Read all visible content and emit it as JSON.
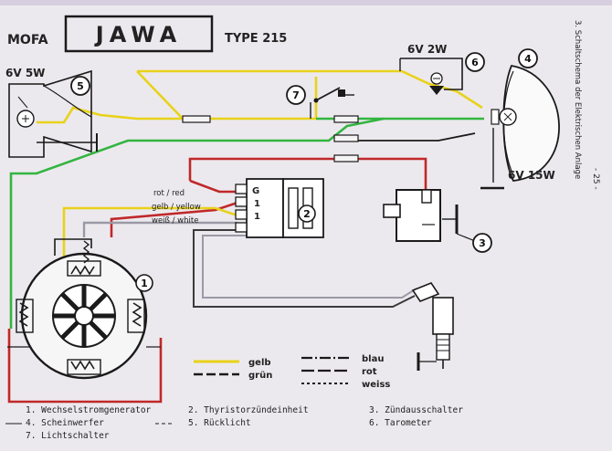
{
  "header": {
    "mofa": "MOFA",
    "brand": "JAWA",
    "type": "TYPE 215"
  },
  "side_caption": "3. Schaltschema der Elektrischen Anlage",
  "page_number": "- 25 -",
  "ratings": {
    "rear_lamp": "6V 5W",
    "taro_lamp": "6V  2W",
    "head_lamp": "6V  15W"
  },
  "callouts": [
    "1",
    "2",
    "3",
    "4",
    "5",
    "6",
    "7"
  ],
  "wire_labels": {
    "red": "rot / red",
    "yellow": "gelb / yellow",
    "white": "weiß / white"
  },
  "unit_pins": [
    "G",
    "1",
    "1"
  ],
  "legend": {
    "items": [
      {
        "label": "gelb",
        "color": "#e8d21a",
        "style": "solid"
      },
      {
        "label": "grün",
        "color": "#1a1a1a",
        "style": "dashed"
      },
      {
        "label": "blau",
        "color": "#1a1a1a",
        "style": "dashdot"
      },
      {
        "label": "rot",
        "color": "#1a1a1a",
        "style": "longdash"
      },
      {
        "label": "weiss",
        "color": "#1a1a1a",
        "style": "dotted"
      }
    ]
  },
  "components": [
    "1. Wechselstromgenerator",
    "2. Thyristorzündeinheit",
    "3. Zündausschalter",
    "4. Scheinwerfer",
    "5. Rücklicht",
    "6. Tarometer",
    "7. Lichtschalter"
  ],
  "colors": {
    "yellow": "#e8d21a",
    "green": "#33b540",
    "red": "#c0282a",
    "ink": "#1a1a1a",
    "paper": "#ece9ee"
  }
}
